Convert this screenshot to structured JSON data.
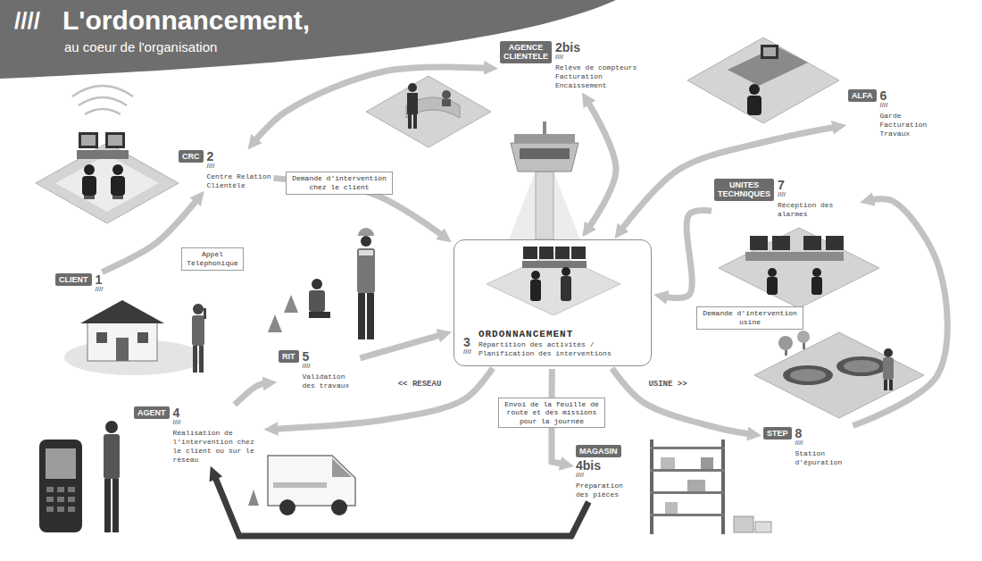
{
  "diagram": {
    "title": "L'ordonnancement,",
    "nodes": [
      {
        "text": [
          "CLIENT",
          "1",
          "////"
        ]
      },
      {
        "text": [
          "CRC",
          "2",
          "////",
          "Centre Relation Clientèle"
        ]
      },
      {
        "text": [
          "AGENCE CLIENTELE",
          "2bis",
          "////",
          "Relève de compteurs Facturation Encaissement"
        ]
      },
      {
        "text": [
          "3",
          "////",
          "ORDONNANCEMENT",
          "Répartition des activités / Planification des interventions"
        ]
      },
      {
        "text": [
          "AGENT",
          "4",
          "////",
          "Réalisation de l'intervention chez le client ou sur le réseau"
        ]
      },
      {
        "text": [
          "MAGASIN",
          "4bis",
          "////",
          "Préparation des pièces"
        ]
      },
      {
        "text": [
          "RIT",
          "5",
          "////",
          "Validation des travaux"
        ]
      },
      {
        "text": [
          "ALFA",
          "6",
          "////",
          "Garde Facturation Travaux"
        ]
      },
      {
        "text": [
          "UNITES TECHNIQUES",
          "7",
          "////",
          "Réception des alarmes"
        ]
      },
      {
        "text": [
          "STEP",
          "8",
          "////",
          "Station d'épuration"
        ]
      }
    ],
    "edges": [
      {
        "from": 0,
        "to": 1,
        "label": "Appel Téléphonique",
        "arrow": "to"
      },
      {
        "from": 1,
        "to": 2,
        "arrow": "both"
      },
      {
        "from": 1,
        "to": 3,
        "label": "Demande d'intervention chez le client",
        "arrow": "to"
      },
      {
        "from": 2,
        "to": 3,
        "arrow": "both"
      },
      {
        "from": 3,
        "to": 7,
        "arrow": "both"
      },
      {
        "from": 9,
        "to": 8,
        "arrow": "to"
      },
      {
        "from": 8,
        "to": 3,
        "label": "Demande d'intervention usine",
        "arrow": "to"
      },
      {
        "from": 6,
        "to": 3,
        "arrow": "to"
      },
      {
        "from": 3,
        "to": 4,
        "label": "<< RESEAU",
        "arrow": "to"
      },
      {
        "from": 3,
        "to": 9,
        "label": "USINE >>",
        "arrow": "to"
      },
      {
        "from": 3,
        "to": 5,
        "label": "Envoi de la feuille de route et des missions pour la journée",
        "arrow": "to"
      },
      {
        "from": 5,
        "to": 4,
        "arrow": "to"
      },
      {
        "from": 4,
        "to": 6,
        "arrow": "to"
      }
    ],
    "labels": [
      "////",
      "au coeur de l'organisation"
    ]
  }
}
